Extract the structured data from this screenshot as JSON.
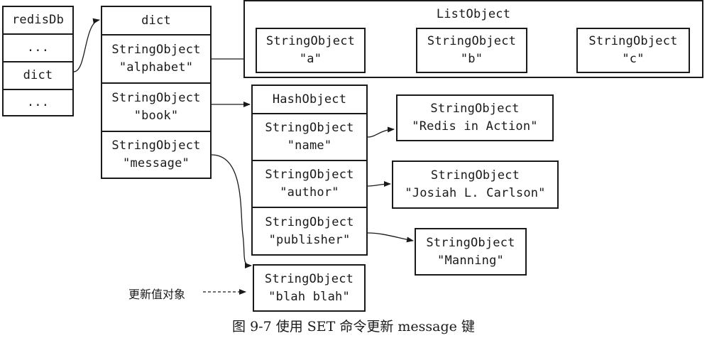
{
  "redisdb": {
    "title": "redisDb",
    "cells": [
      "...",
      "dict",
      "..."
    ]
  },
  "dict": {
    "title": "dict",
    "entries": [
      {
        "type": "StringObject",
        "key": "\"alphabet\""
      },
      {
        "type": "StringObject",
        "key": "\"book\""
      },
      {
        "type": "StringObject",
        "key": "\"message\""
      }
    ]
  },
  "list": {
    "title": "ListObject",
    "items": [
      {
        "type": "StringObject",
        "value": "\"a\""
      },
      {
        "type": "StringObject",
        "value": "\"b\""
      },
      {
        "type": "StringObject",
        "value": "\"c\""
      }
    ]
  },
  "hash": {
    "title": "HashObject",
    "fields": [
      {
        "type": "StringObject",
        "key": "\"name\""
      },
      {
        "type": "StringObject",
        "key": "\"author\""
      },
      {
        "type": "StringObject",
        "key": "\"publisher\""
      }
    ]
  },
  "hash_values": [
    {
      "type": "StringObject",
      "value": "\"Redis in Action\""
    },
    {
      "type": "StringObject",
      "value": "\"Josiah L. Carlson\""
    },
    {
      "type": "StringObject",
      "value": "\"Manning\""
    }
  ],
  "updated_value": {
    "type": "StringObject",
    "value": "\"blah blah\""
  },
  "annotation": "更新值对象",
  "caption": "图 9-7   使用 SET 命令更新 message 键"
}
